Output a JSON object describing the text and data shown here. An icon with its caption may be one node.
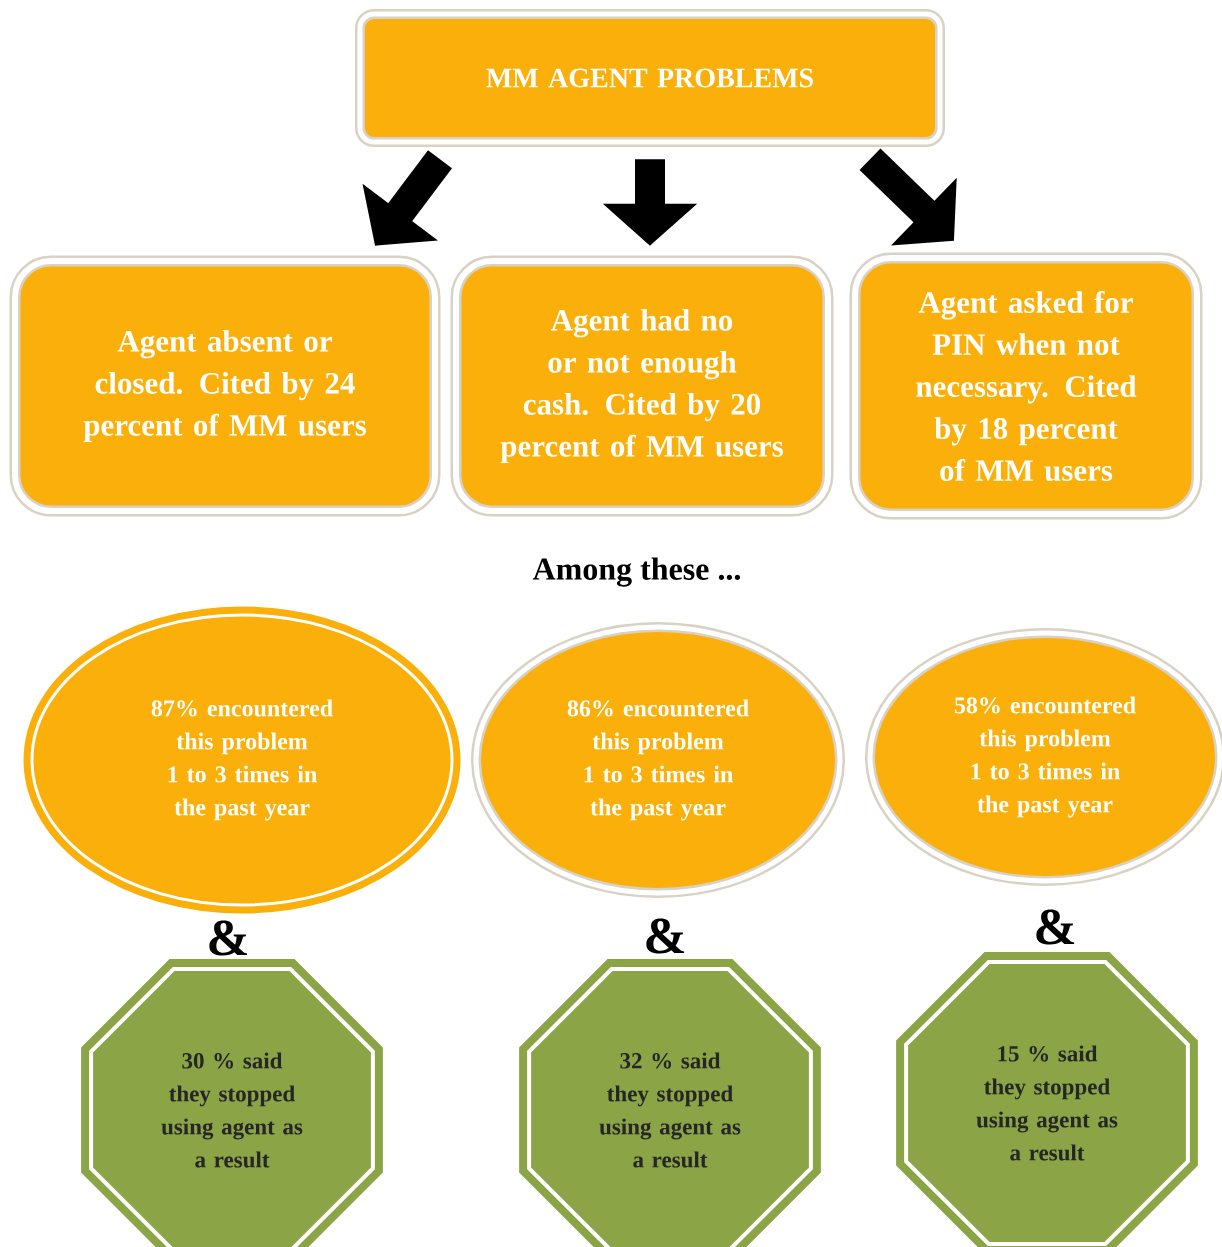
{
  "diagram": {
    "nodes": [
      {
        "text": [
          "MM AGENT PROBLEMS"
        ]
      },
      {
        "text": [
          "Agent absent or closed. Cited by 24 percent of MM users"
        ]
      },
      {
        "text": [
          "Agent had no or not enough cash. Cited by 20 percent of MM users"
        ]
      },
      {
        "text": [
          "Agent asked for PIN when not necessary. Cited by 18 percent of MM users"
        ]
      },
      {
        "text": [
          "87% encountered this problem 1 to 3 times in the past year"
        ]
      },
      {
        "text": [
          "86% encountered this problem 1 to 3 times in the past year"
        ]
      },
      {
        "text": [
          "58% encountered this problem 1 to 3 times in the past year"
        ]
      },
      {
        "text": [
          "30 % said they stopped using agent as a result"
        ]
      },
      {
        "text": [
          "32 % said they stopped using agent as a result"
        ]
      },
      {
        "text": [
          "15 % said they stopped using agent as a result"
        ]
      }
    ],
    "edges": [
      {
        "from": 0,
        "to": 1,
        "arrow": "to"
      },
      {
        "from": 0,
        "to": 2,
        "arrow": "to"
      },
      {
        "from": 0,
        "to": 3,
        "arrow": "to"
      }
    ],
    "labels": [
      "Among these ...",
      "&",
      "&",
      "&"
    ]
  }
}
